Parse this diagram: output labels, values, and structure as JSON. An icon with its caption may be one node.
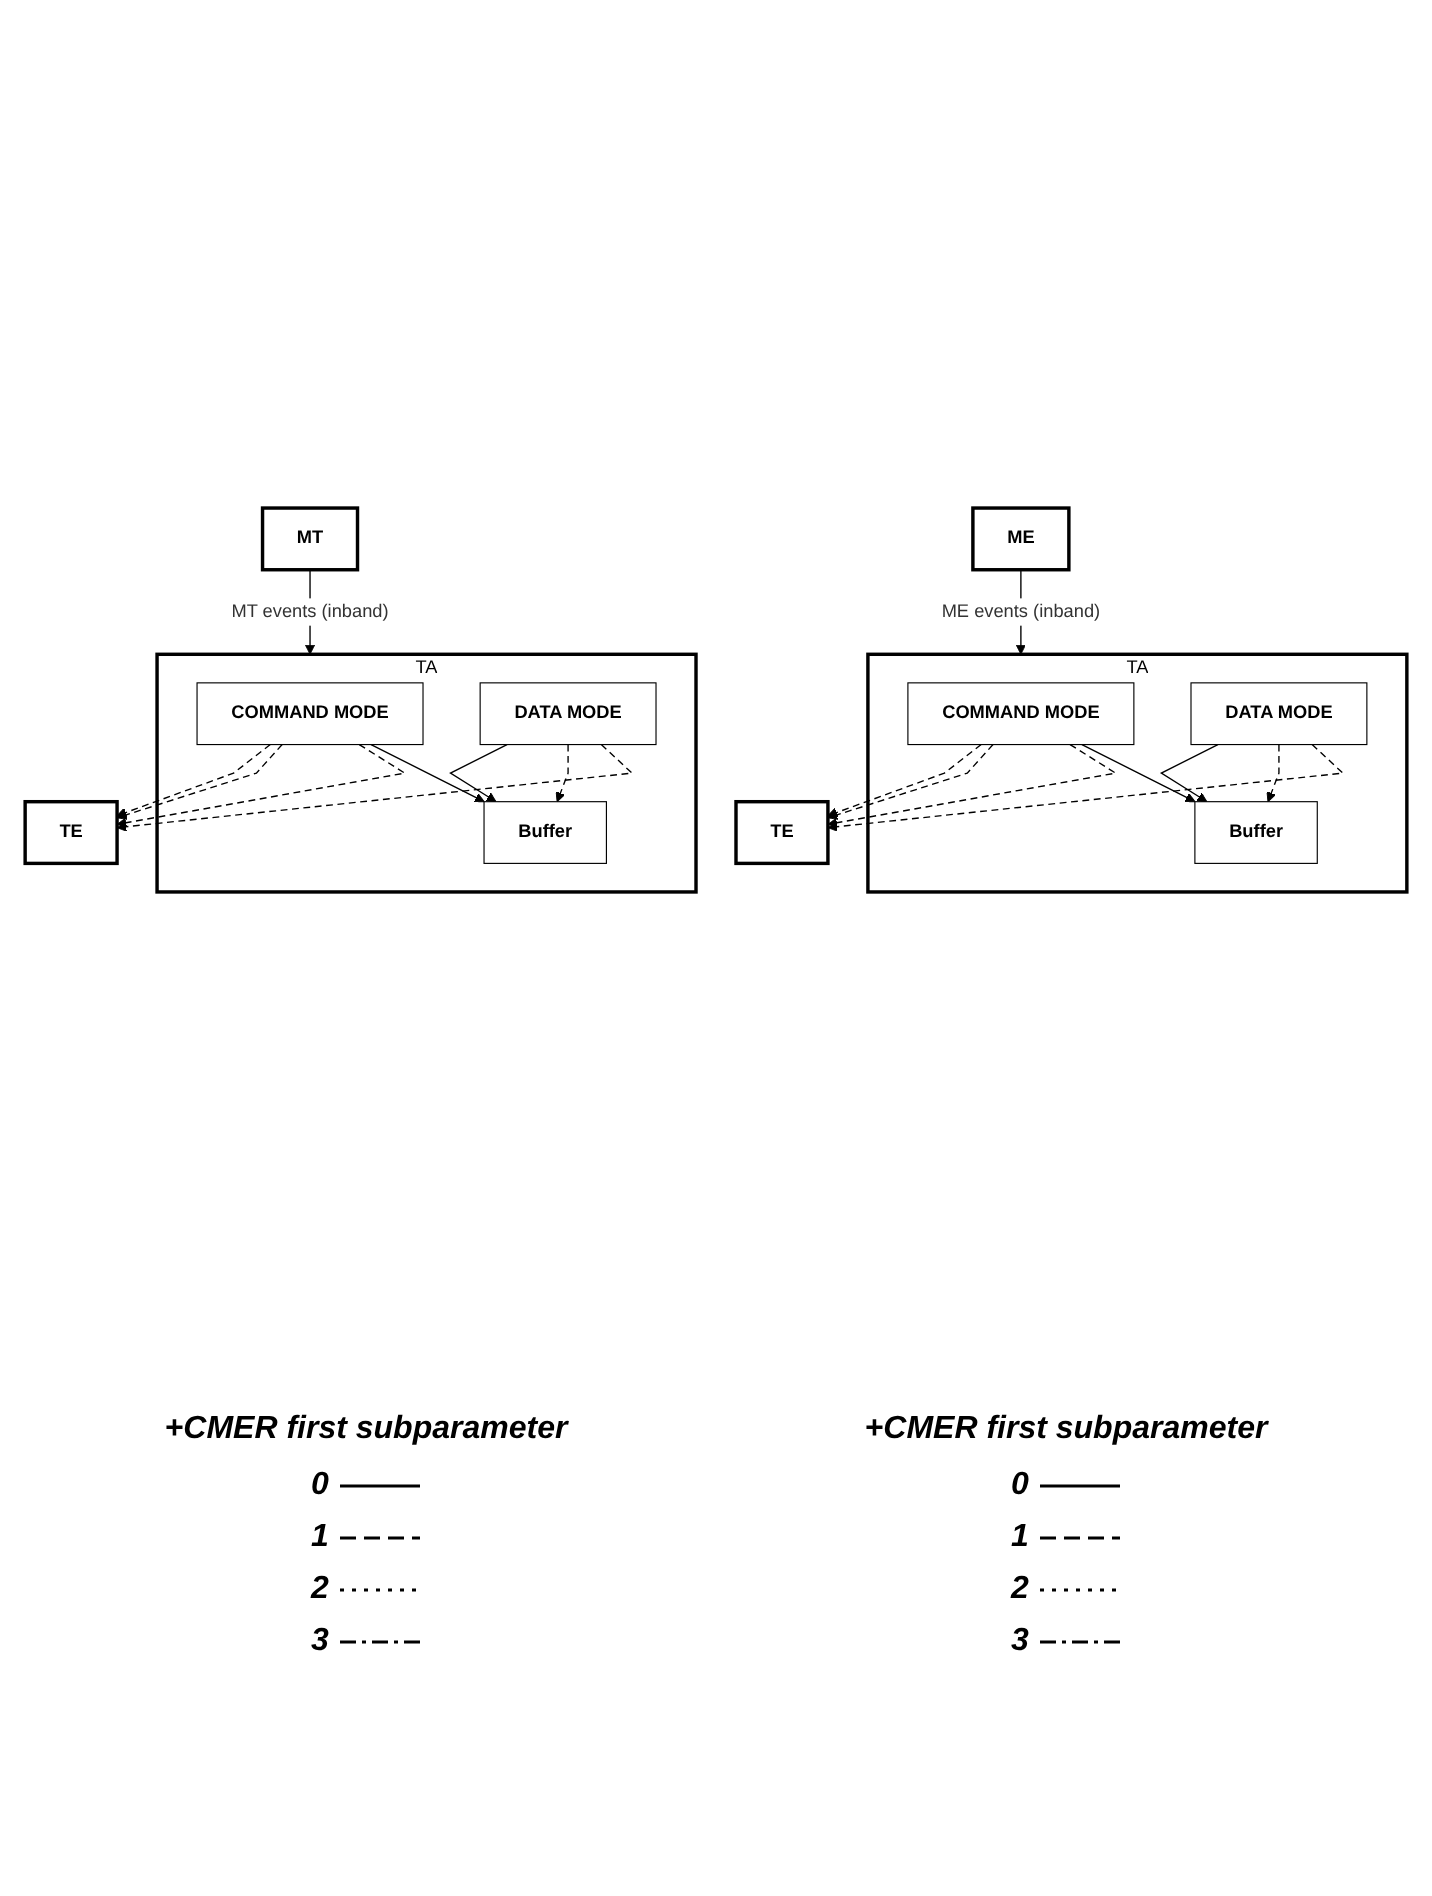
{
  "diagram": {
    "nodes": [
      {
        "text": [
          "ME"
        ]
      },
      {
        "text": [
          "TA"
        ]
      },
      {
        "text": [
          "COMMAND MODE"
        ],
        "in": 1
      },
      {
        "text": [
          "DATA MODE"
        ],
        "in": 1
      },
      {
        "text": [
          "Buffer"
        ],
        "in": 1
      },
      {
        "text": [
          "TE"
        ]
      },
      {
        "text": [
          "MT"
        ]
      },
      {
        "text": [
          "TA"
        ]
      },
      {
        "text": [
          "COMMAND MODE"
        ],
        "in": 7
      },
      {
        "text": [
          "DATA MODE"
        ],
        "in": 7
      },
      {
        "text": [
          "Buffer"
        ],
        "in": 7
      },
      {
        "text": [
          "TE"
        ]
      }
    ],
    "edges": [
      {
        "from": 0,
        "to": 1,
        "arrow": "to",
        "label": "ME events (inband)"
      },
      {
        "from": 2,
        "to": 5,
        "arrow": "to",
        "style": "dashed"
      },
      {
        "from": 2,
        "to": 5,
        "arrow": "to",
        "style": "dashed"
      },
      {
        "from": 2,
        "to": 5,
        "arrow": "to",
        "style": "dashed"
      },
      {
        "from": 2,
        "to": 4,
        "arrow": "to"
      },
      {
        "from": 3,
        "to": 4,
        "arrow": "to"
      },
      {
        "from": 3,
        "to": 4,
        "arrow": "to",
        "style": "dashed"
      },
      {
        "from": 3,
        "to": 5,
        "arrow": "to",
        "style": "dashed"
      },
      {
        "from": 6,
        "to": 7,
        "arrow": "to",
        "label": "MT events (inband)"
      },
      {
        "from": 8,
        "to": 11,
        "arrow": "to",
        "style": "dashed"
      },
      {
        "from": 8,
        "to": 11,
        "arrow": "to",
        "style": "dashed"
      },
      {
        "from": 8,
        "to": 11,
        "arrow": "to",
        "style": "dashed"
      },
      {
        "from": 8,
        "to": 10,
        "arrow": "to"
      },
      {
        "from": 9,
        "to": 10,
        "arrow": "to"
      },
      {
        "from": 9,
        "to": 10,
        "arrow": "to",
        "style": "dashed"
      },
      {
        "from": 9,
        "to": 11,
        "arrow": "to",
        "style": "dashed"
      }
    ],
    "labels": [
      "+CMER first subparameter",
      "+CMER first subparameter"
    ],
    "legend": [
      {
        "text": "0"
      },
      {
        "text": "1"
      },
      {
        "text": "2"
      },
      {
        "text": "3"
      },
      {
        "text": "0"
      },
      {
        "text": "1"
      },
      {
        "text": "2"
      },
      {
        "text": "3"
      }
    ]
  }
}
